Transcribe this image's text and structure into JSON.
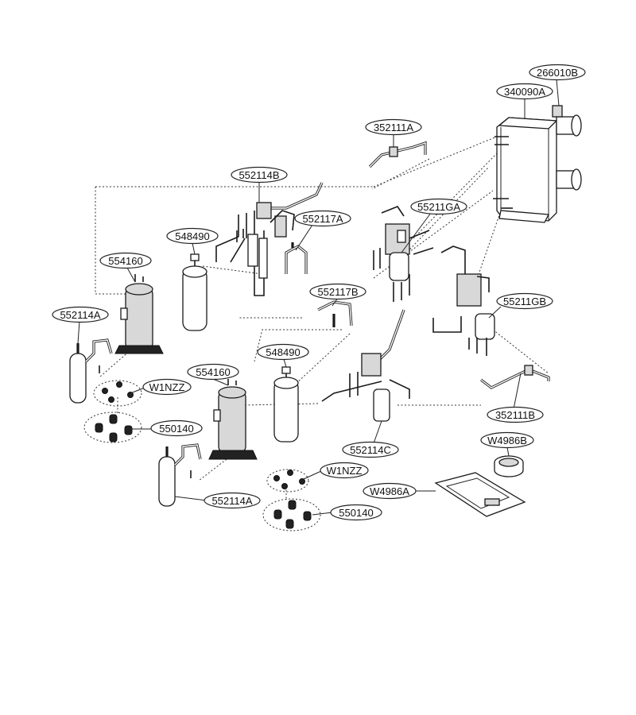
{
  "labels": [
    {
      "id": "l266010B",
      "text": "266010B"
    },
    {
      "id": "l340090A",
      "text": "340090A"
    },
    {
      "id": "l352111A",
      "text": "352111A"
    },
    {
      "id": "l552114B",
      "text": "552114B"
    },
    {
      "id": "l552117A",
      "text": "552117A"
    },
    {
      "id": "l55211GA",
      "text": "55211GA"
    },
    {
      "id": "l548490a",
      "text": "548490"
    },
    {
      "id": "l554160a",
      "text": "554160"
    },
    {
      "id": "l552117B",
      "text": "552117B"
    },
    {
      "id": "l55211GB",
      "text": "55211GB"
    },
    {
      "id": "l552114Aa",
      "text": "552114A"
    },
    {
      "id": "l548490b",
      "text": "548490"
    },
    {
      "id": "l554160b",
      "text": "554160"
    },
    {
      "id": "lW1NZZa",
      "text": "W1NZZ"
    },
    {
      "id": "l550140a",
      "text": "550140"
    },
    {
      "id": "l352111B",
      "text": "352111B"
    },
    {
      "id": "lW4986B",
      "text": "W4986B"
    },
    {
      "id": "l552114C",
      "text": "552114C"
    },
    {
      "id": "lW4986A",
      "text": "W4986A"
    },
    {
      "id": "lW1NZZb",
      "text": "W1NZZ"
    },
    {
      "id": "l552114Ab",
      "text": "552114A"
    },
    {
      "id": "l550140b",
      "text": "550140"
    }
  ]
}
